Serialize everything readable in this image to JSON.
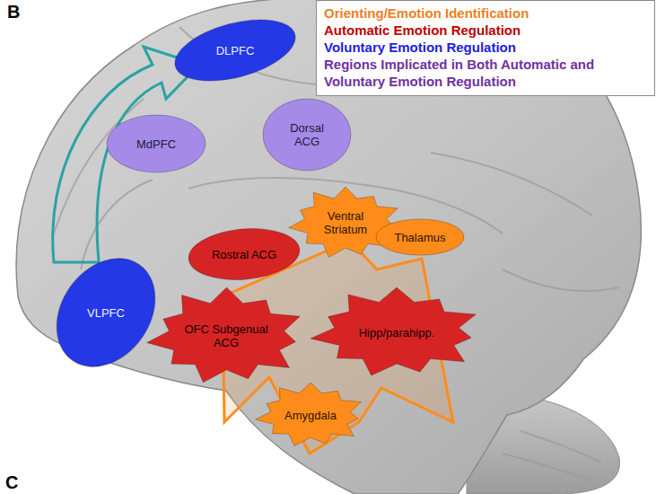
{
  "diagram": {
    "nodes": [
      {
        "text": [
          "DLPFC"
        ]
      },
      {
        "text": [
          "MdPFC"
        ]
      },
      {
        "text": [
          "Dorsal ACG"
        ]
      },
      {
        "text": [
          "Rostral ACG"
        ]
      },
      {
        "text": [
          "VLPFC"
        ]
      },
      {
        "text": [
          "Ventral Striatum"
        ]
      },
      {
        "text": [
          "Thalamus"
        ]
      },
      {
        "text": [
          "OFC Subgenual ACG"
        ]
      },
      {
        "text": [
          "Hipp/parahipp."
        ]
      },
      {
        "text": [
          "Amygdala"
        ]
      }
    ],
    "labels": [
      "B",
      "C"
    ],
    "legend": [
      {
        "text": "Orienting/Emotion Identification",
        "color": "#f07f1d"
      },
      {
        "text": "Automatic Emotion Regulation",
        "color": "#c00000"
      },
      {
        "text": "Voluntary Emotion Regulation",
        "color": "#2020e0"
      },
      {
        "text": "Regions Implicated in Both Automatic and Voluntary Emotion Regulation",
        "color": "#7030a0"
      }
    ]
  }
}
